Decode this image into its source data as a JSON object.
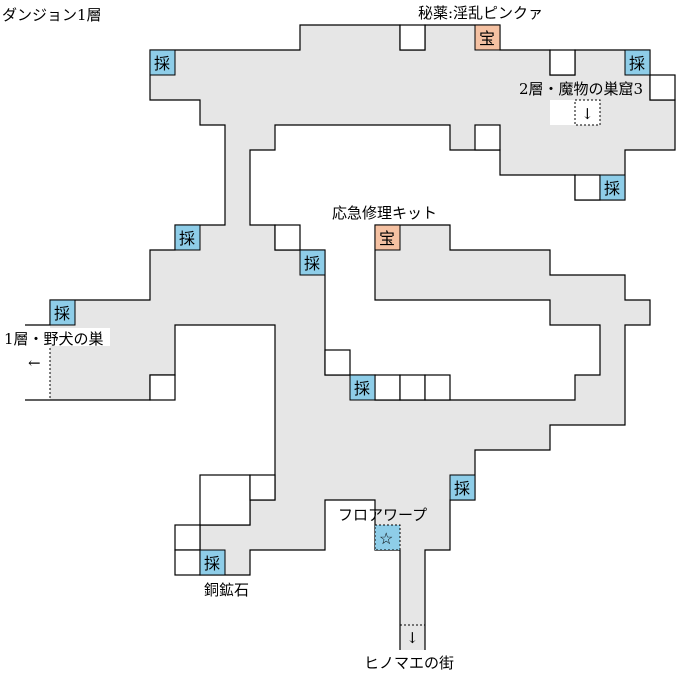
{
  "map": {
    "title": "ダンジョン1層",
    "colors": {
      "floor": "#e6e6e6",
      "gather": "#8ecde8",
      "treasure": "#f5c1a2",
      "wall": "#000000"
    },
    "glyphs": {
      "gather": "採",
      "treasure": "宝",
      "warp": "☆",
      "down_arrow": "↓",
      "left_arrow": "←"
    },
    "labels": {
      "treasure_top": "秘薬:淫乱ピンクァ",
      "stairs_down": "2層・魔物の巣窟3",
      "treasure_mid": "応急修理キット",
      "exit_left": "1層・野犬の巣",
      "floor_warp": "フロアワープ",
      "copper_ore": "銅鉱石",
      "exit_bottom": "ヒノマエの街"
    }
  }
}
